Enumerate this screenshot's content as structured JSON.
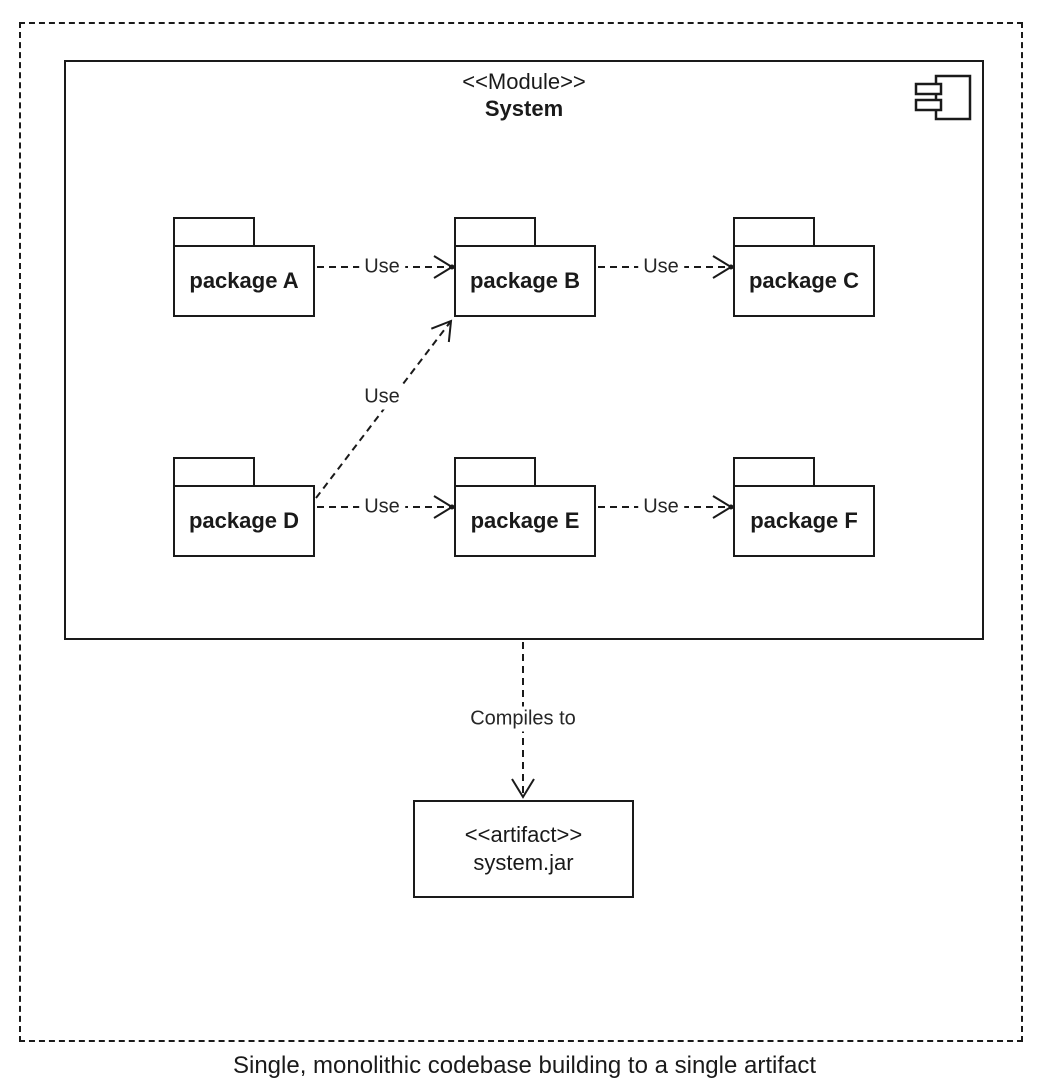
{
  "diagram": {
    "module": {
      "stereotype": "<<Module>>",
      "name": "System"
    },
    "packages": [
      {
        "label": "package A"
      },
      {
        "label": "package B"
      },
      {
        "label": "package C"
      },
      {
        "label": "package D"
      },
      {
        "label": "package E"
      },
      {
        "label": "package F"
      }
    ],
    "connections": [
      {
        "from": "package A",
        "to": "package B",
        "label": "Use"
      },
      {
        "from": "package B",
        "to": "package C",
        "label": "Use"
      },
      {
        "from": "package D",
        "to": "package B",
        "label": "Use"
      },
      {
        "from": "package D",
        "to": "package E",
        "label": "Use"
      },
      {
        "from": "package E",
        "to": "package F",
        "label": "Use"
      },
      {
        "from": "System",
        "to": "system.jar",
        "label": "Compiles to"
      }
    ],
    "artifact": {
      "stereotype": "<<artifact>>",
      "name": "system.jar"
    },
    "caption": "Single, monolithic codebase building to a single artifact",
    "icons": {
      "component": "component-icon"
    },
    "colors": {
      "stroke": "#1a1a1a",
      "background": "#ffffff"
    }
  }
}
